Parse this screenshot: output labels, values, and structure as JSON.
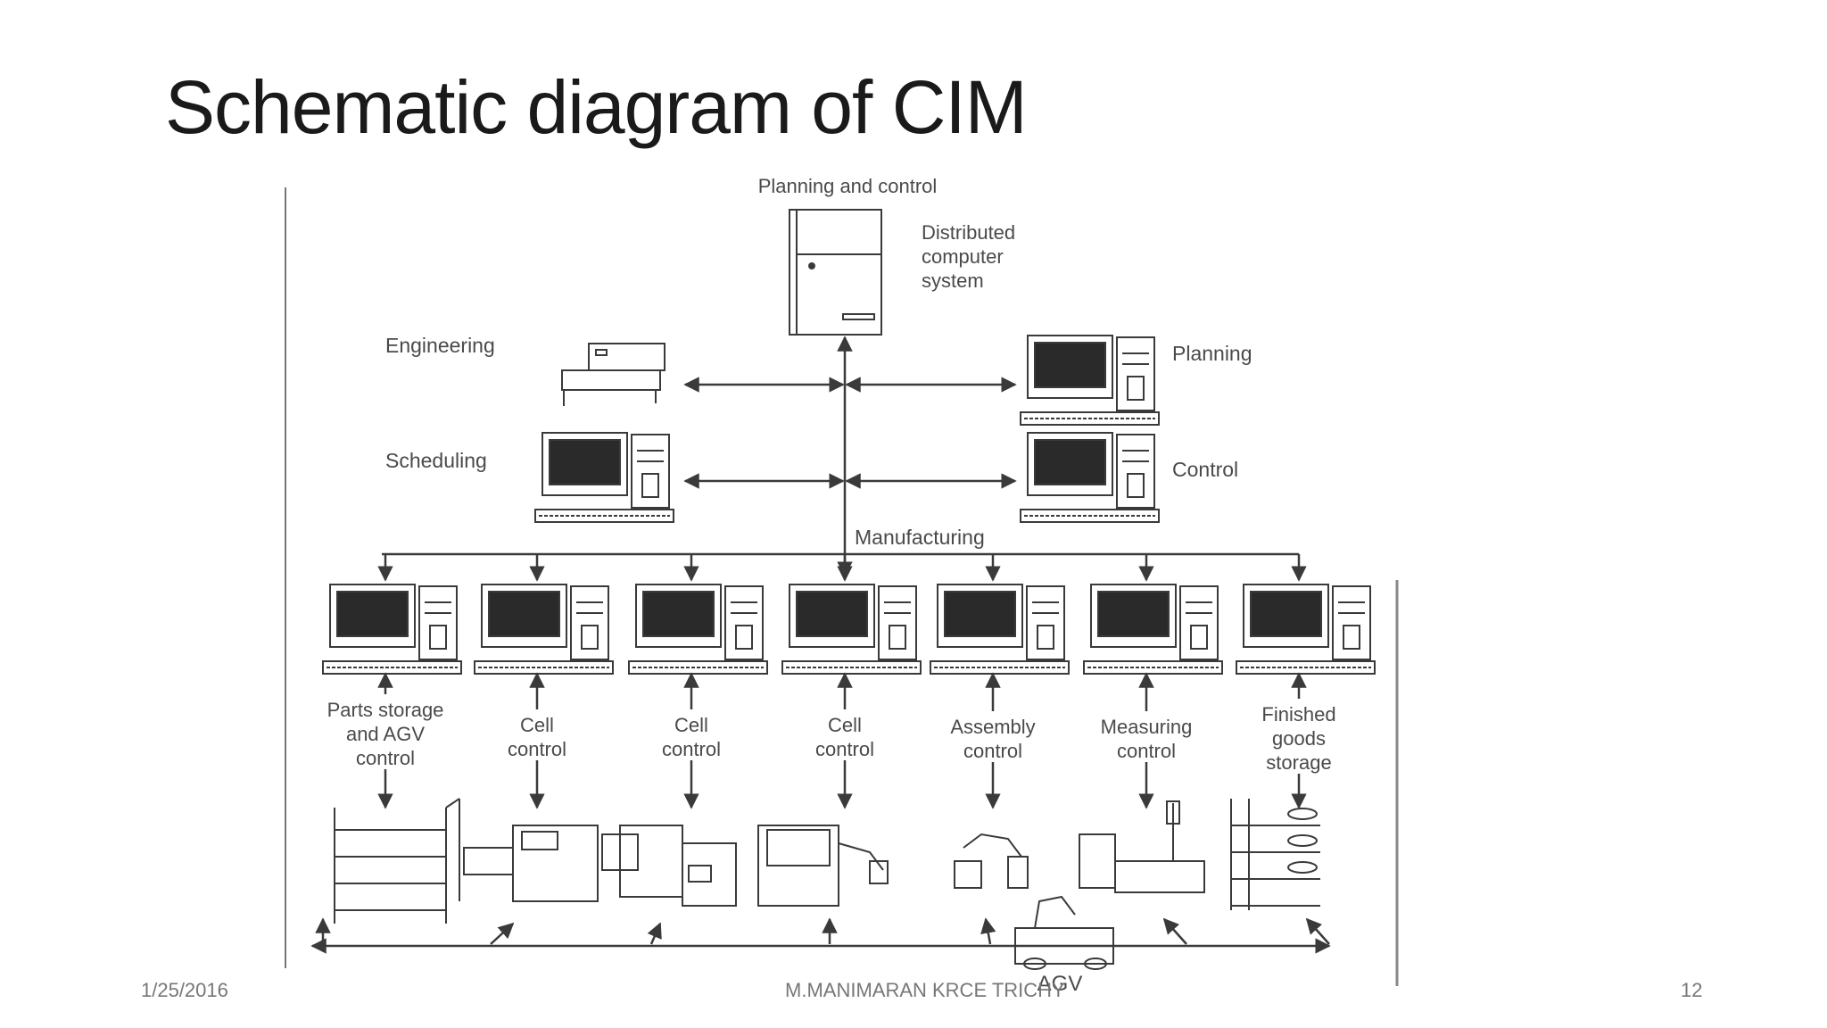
{
  "slide": {
    "title": "Schematic diagram of CIM",
    "footer_date": "1/25/2016",
    "footer_author": "M.MANIMARAN KRCE TRICHY",
    "page_number": "12"
  },
  "diagram": {
    "top_label": "Planning and control",
    "server_label": [
      "Distributed",
      "computer",
      "system"
    ],
    "engineering_label": "Engineering",
    "planning_label": "Planning",
    "scheduling_label": "Scheduling",
    "control_label": "Control",
    "manufacturing_label": "Manufacturing",
    "agv_label": "AGV",
    "station_labels": [
      [
        "Parts storage",
        "and AGV",
        "control"
      ],
      [
        "Cell",
        "control"
      ],
      [
        "Cell",
        "control"
      ],
      [
        "Cell",
        "control"
      ],
      [
        "Assembly",
        "control"
      ],
      [
        "Measuring",
        "control"
      ],
      [
        "Finished",
        "goods",
        "storage"
      ]
    ]
  },
  "colors": {
    "line": "#3a3a3a",
    "screen": "#2a2a2a",
    "text": "#4a4a4a"
  }
}
